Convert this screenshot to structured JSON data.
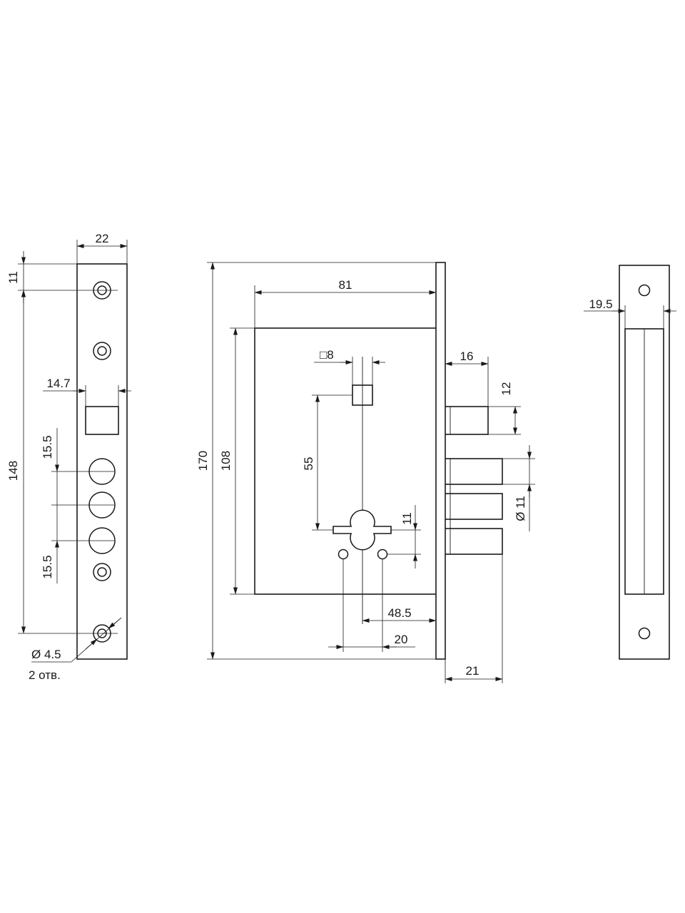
{
  "front_plate": {
    "width_22": "22",
    "top_offset_11": "11",
    "hole_spacing_148": "148",
    "latch_width_14_7": "14.7",
    "bolt_pitch_upper_15_5": "15.5",
    "bolt_pitch_lower_15_5": "15.5",
    "mount_hole_diameter": "Ø 4.5",
    "mount_hole_count": "2 отв."
  },
  "lock_body": {
    "total_height_170": "170",
    "case_height_108": "108",
    "case_depth_81": "81",
    "square_spindle_8": "□8",
    "spindle_to_key_55": "55",
    "keyhole_offset_11": "11",
    "backset_48_5": "48.5",
    "screw_spacing_20": "20",
    "latch_projection_16": "16",
    "latch_height_12": "12",
    "bolt_diameter_11": "Ø 11",
    "bolt_projection_21": "21"
  },
  "strike_plate": {
    "opening_width_19_5": "19.5"
  },
  "colors": {
    "line": "#1a1a1a",
    "background": "#ffffff"
  }
}
